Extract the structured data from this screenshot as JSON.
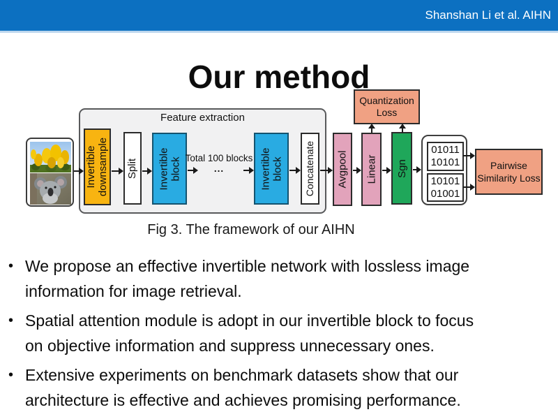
{
  "header": {
    "credit": "Shanshan Li et al. AIHN"
  },
  "title": "Our method",
  "diagram": {
    "feature_extraction_label": "Feature extraction",
    "blocks": {
      "invertible_downsample": "Invertible\ndownsample",
      "split": "Split",
      "invertible_block1": "Invertible\nblock",
      "total_blocks": "Total 100 blocks",
      "ellipsis": "...",
      "invertible_block2": "Invertible\nblock",
      "concatenate": "Concatenate",
      "avgpool": "Avgpool",
      "linear": "Linear",
      "sgn": "Sgn"
    },
    "quantization_loss": "Quantization\nLoss",
    "pairwise_similarity_loss": "Pairwise\nSimilarity Loss",
    "hash_codes": {
      "top": "01011\n10101",
      "bottom": "10101\n01001"
    },
    "input_images": [
      "tulips-photo",
      "koala-photo"
    ],
    "colors": {
      "header_blue": "#0C70C1",
      "header_underline": "#BDD7EE",
      "downsample_orange": "#F8B411",
      "invertible_blue": "#29ABE2",
      "pool_fc_pink": "#E2A3BB",
      "sgn_green": "#1FA75A",
      "loss_salmon": "#F0A183",
      "feature_bg_gray": "#F1F1F2"
    }
  },
  "caption": "Fig 3. The framework of our AIHN",
  "bullet_char": "•",
  "bullets": [
    "We propose an effective invertible network with lossless image\ninformation for image retrieval.",
    "Spatial attention module is adopt in our invertible block to focus\non objective information and suppress unnecessary ones.",
    "Extensive experiments on benchmark datasets show that our\narchitecture is effective and achieves promising performance."
  ]
}
